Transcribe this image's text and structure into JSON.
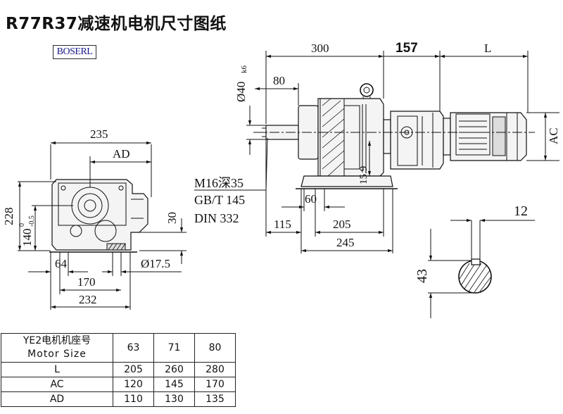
{
  "title": "R77R37减速机电机尺寸图纸",
  "logo_text": "BOSERL",
  "dimensions": {
    "d235": "235",
    "dAD": "AD",
    "d228": "228",
    "d140": "140",
    "d140_sup": "0",
    "d140_sub": "-0.5",
    "d30": "30",
    "d64": "64",
    "d17_5": "Ø17.5",
    "d170": "170",
    "d232": "232",
    "d300": "300",
    "d157": "157",
    "dL": "L",
    "d80": "80",
    "d40": "Ø40",
    "d40_tol": "k6",
    "d15_9": "15.9",
    "d60": "60",
    "d115": "115",
    "d205": "205",
    "d245": "245",
    "dAC": "AC",
    "d12": "12",
    "d43": "43"
  },
  "notes": {
    "thread": "M16深35",
    "gb": "GB/T 145",
    "din": "DIN 332"
  },
  "table": {
    "header_line1": "YE2电机机座号",
    "header_line2": "Motor Size",
    "sizes": [
      "63",
      "71",
      "80"
    ],
    "rows": [
      {
        "label": "L",
        "values": [
          "205",
          "260",
          "280"
        ]
      },
      {
        "label": "AC",
        "values": [
          "120",
          "145",
          "170"
        ]
      },
      {
        "label": "AD",
        "values": [
          "110",
          "130",
          "135"
        ]
      }
    ]
  }
}
